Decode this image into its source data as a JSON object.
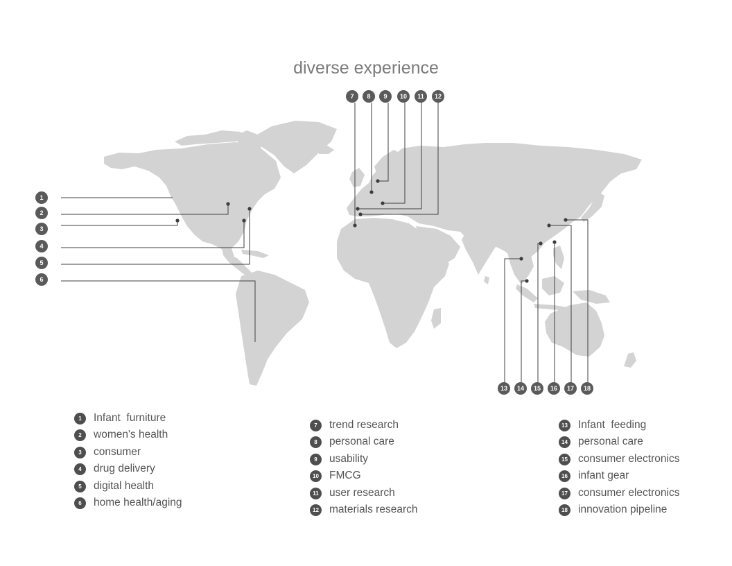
{
  "title": "diverse experience",
  "colors": {
    "land": "#d3d3d3",
    "marker": "#5a5a5a",
    "line": "#3f3f3f",
    "text": "#555555",
    "title": "#7b7b7b"
  },
  "markers": [
    {
      "id": "1",
      "label": "Infant  furniture"
    },
    {
      "id": "2",
      "label": "women's health"
    },
    {
      "id": "3",
      "label": "consumer"
    },
    {
      "id": "4",
      "label": "drug delivery"
    },
    {
      "id": "5",
      "label": "digital health"
    },
    {
      "id": "6",
      "label": "home health/aging"
    },
    {
      "id": "7",
      "label": "trend research"
    },
    {
      "id": "8",
      "label": "personal care"
    },
    {
      "id": "9",
      "label": "usability"
    },
    {
      "id": "10",
      "label": "FMCG"
    },
    {
      "id": "11",
      "label": "user research"
    },
    {
      "id": "12",
      "label": "materials research"
    },
    {
      "id": "13",
      "label": "Infant  feeding"
    },
    {
      "id": "14",
      "label": "personal care"
    },
    {
      "id": "15",
      "label": "consumer electronics"
    },
    {
      "id": "16",
      "label": "infant gear"
    },
    {
      "id": "17",
      "label": "consumer electronics"
    },
    {
      "id": "18",
      "label": "innovation pipeline"
    }
  ]
}
